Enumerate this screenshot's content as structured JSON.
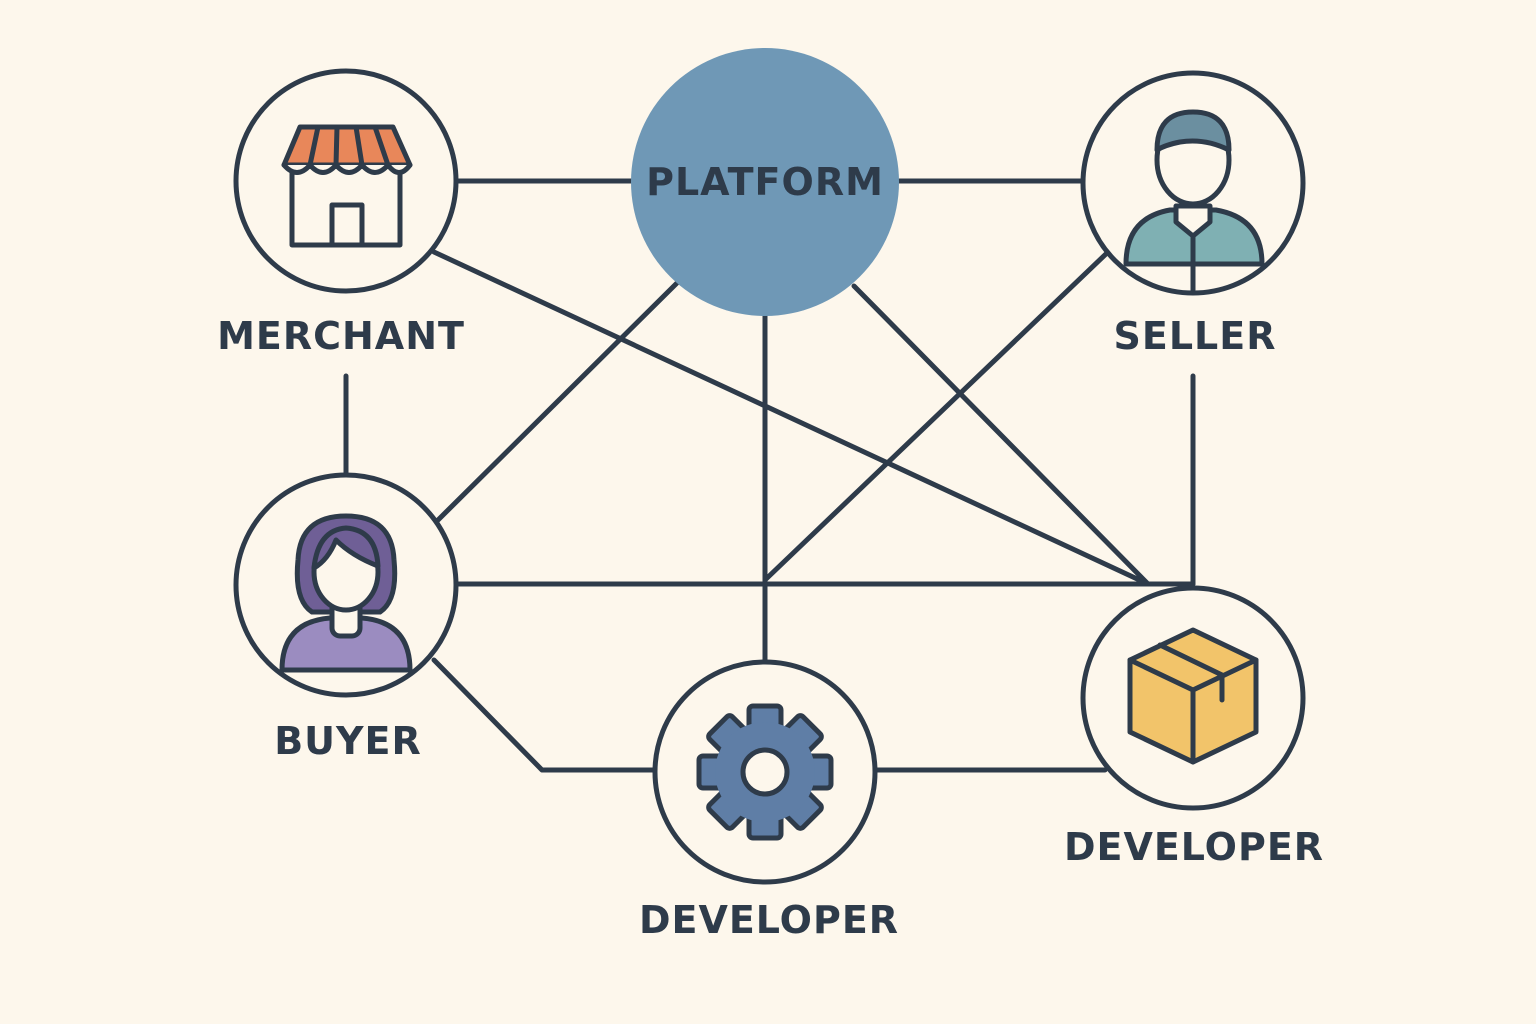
{
  "diagram": {
    "platform": {
      "label": "PLATFORM",
      "color": "#6f98b6"
    },
    "nodes": {
      "merchant": {
        "label": "MERCHANT",
        "icon": "storefront-icon"
      },
      "seller": {
        "label": "SELLER",
        "icon": "person-icon"
      },
      "buyer": {
        "label": "BUYER",
        "icon": "woman-icon"
      },
      "developer_gear": {
        "label": "DEVELOPER",
        "icon": "gear-icon"
      },
      "developer_box": {
        "label": "DEVELOPER",
        "icon": "box-icon"
      }
    },
    "colors": {
      "background": "#fdf7ec",
      "line": "#2e3b4a",
      "awning": "#e8875a",
      "seller_shirt": "#7fb0b3",
      "seller_hair": "#6b8fa0",
      "buyer_shirt": "#9b8cc0",
      "buyer_hair": "#6f5f96",
      "gear": "#5f7ea6",
      "box": "#f2c46a"
    }
  }
}
